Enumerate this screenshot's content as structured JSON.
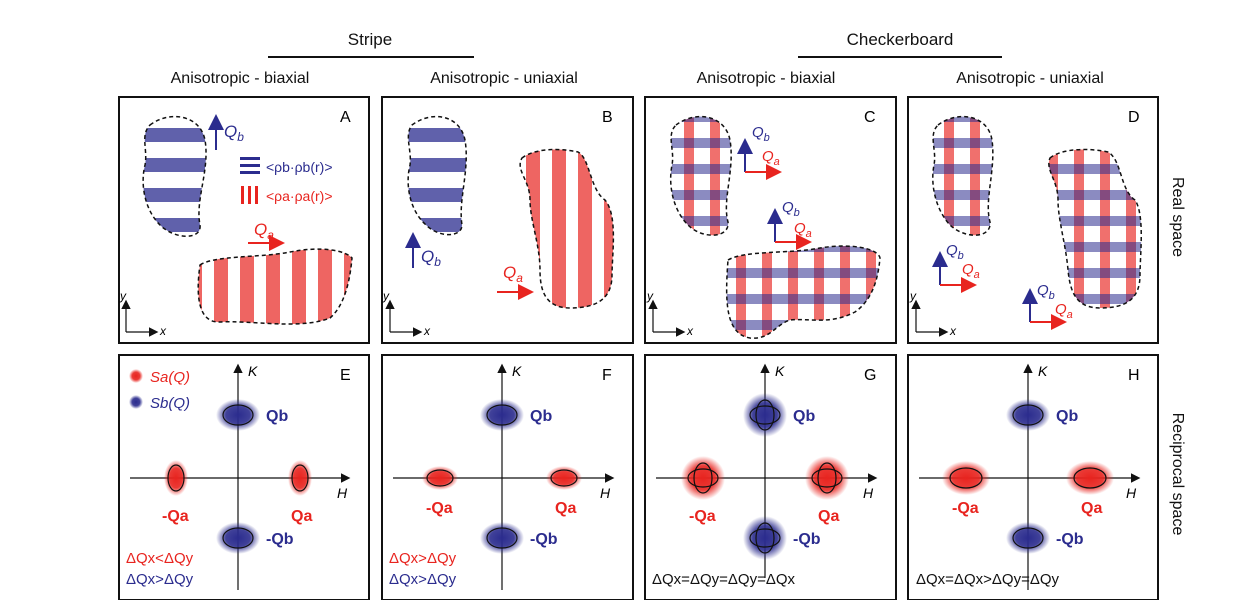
{
  "groups": {
    "stripe": "Stripe",
    "checkerboard": "Checkerboard"
  },
  "subtitles": [
    "Anisotropic - biaxial",
    "Anisotropic - uniaxial",
    "Anisotropic - biaxial",
    "Anisotropic - uniaxial"
  ],
  "row_labels": {
    "real": "Real space",
    "reciprocal": "Reciprocal space"
  },
  "panel_letters": [
    "A",
    "B",
    "C",
    "D",
    "E",
    "F",
    "G",
    "H"
  ],
  "real_space": {
    "qa": "Q",
    "qa_sub": "a",
    "qb": "Q",
    "qb_sub": "b",
    "axis_x": "x",
    "axis_y": "y",
    "legend_b": "<ρ",
    "legend_b_full": "<ρb·ρb(r)>",
    "legend_a_full": "<ρa·ρa(r)>"
  },
  "reciprocal": {
    "axis_h": "H",
    "axis_k": "K",
    "legend_a": "Sa(Q)",
    "legend_b": "Sb(Q)",
    "qa_label": "Qa",
    "neg_qa_label": "-Qa",
    "qb_label": "Qb",
    "neg_qb_label": "-Qb",
    "relations": {
      "E": [
        "ΔQx<ΔQy",
        "ΔQx>ΔQy"
      ],
      "F": [
        "ΔQx>ΔQy",
        "ΔQx>ΔQy"
      ],
      "G": [
        "ΔQx=ΔQy=ΔQy=ΔQx"
      ],
      "H": [
        "ΔQx=ΔQx>ΔQy=ΔQy"
      ]
    }
  },
  "colors": {
    "red": "#e8241f",
    "blue": "#2b2c8e",
    "axis": "#111111"
  }
}
